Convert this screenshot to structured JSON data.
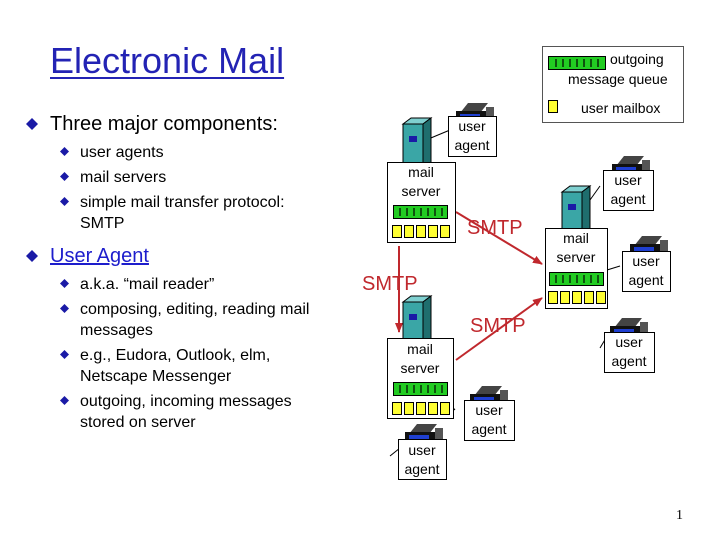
{
  "title": "Electronic Mail",
  "bullets": {
    "components": {
      "heading": "Three major components:",
      "items": [
        "user agents",
        "mail servers",
        "simple mail transfer protocol:",
        "SMTP"
      ]
    },
    "user_agent": {
      "heading": "User Agent",
      "items": [
        "a.k.a. “mail reader”",
        "composing, editing, reading mail",
        "messages",
        "e.g., Eudora, Outlook, elm,",
        "Netscape Messenger",
        "outgoing, incoming messages",
        "stored on server"
      ]
    }
  },
  "legend": {
    "queue_line1": "outgoing",
    "queue_line2": "message queue",
    "mailbox": "user mailbox"
  },
  "diagram": {
    "server_line1": "mail",
    "server_line2": "server",
    "agent_line1": "user",
    "agent_line2": "agent",
    "protocol": "SMTP"
  },
  "colors": {
    "title": "#2323b4",
    "bullet_marker": "#1a1aa6",
    "queue_green": "#22cc22",
    "mailbox_yellow": "#ffff33",
    "server_teal": "#3aa6a6",
    "arrow_red": "#c0282d",
    "link_blue": "#1d1dcc"
  },
  "page_number": "1"
}
